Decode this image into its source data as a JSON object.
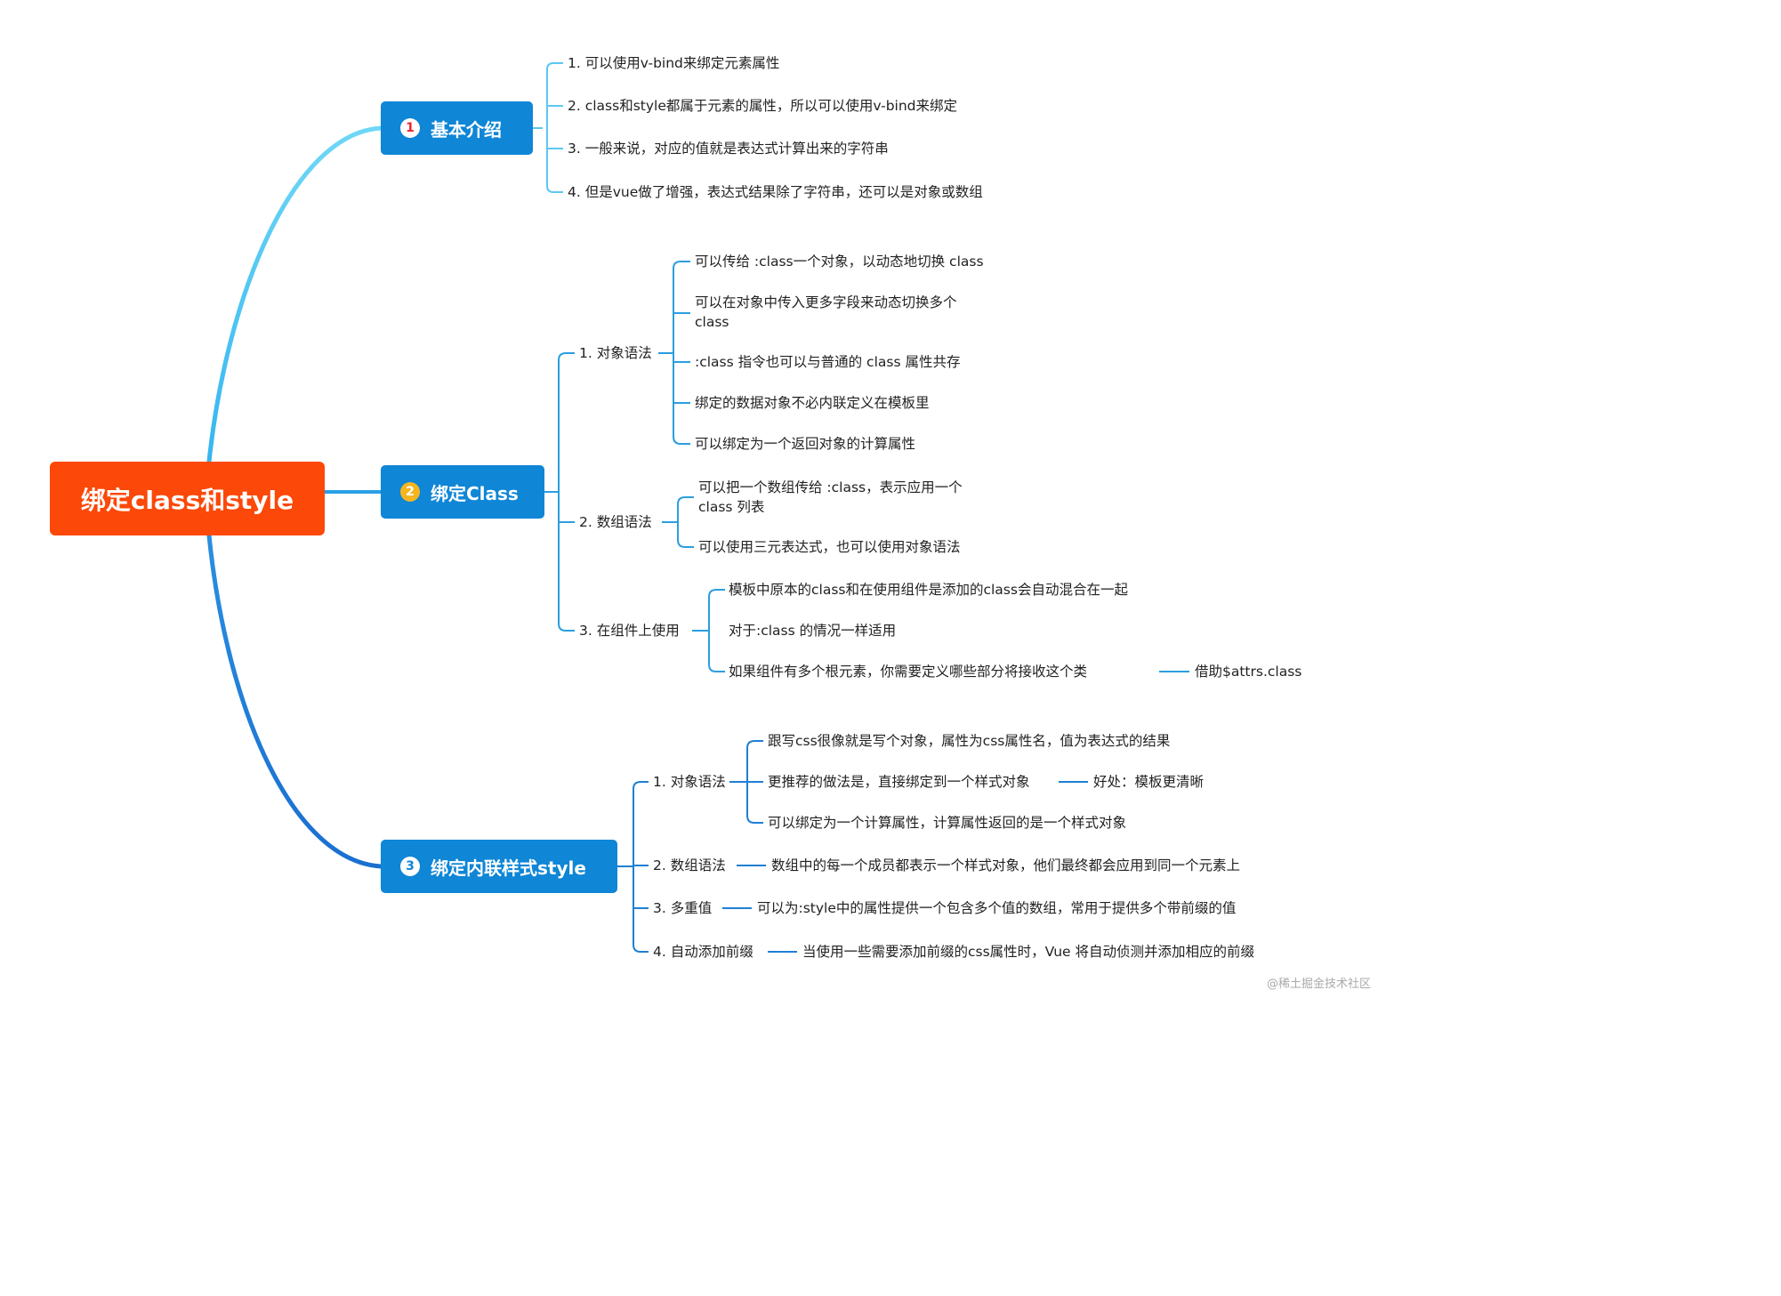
{
  "root": {
    "label": "绑定class和style"
  },
  "branches": [
    {
      "num": "1",
      "label": "基本介绍",
      "badge_bg": "#fff",
      "badge_fg": "#e8242f",
      "items": [
        "1. 可以使用v-bind来绑定元素属性",
        "2. class和style都属于元素的属性，所以可以使用v-bind来绑定",
        "3. 一般来说，对应的值就是表达式计算出来的字符串",
        "4. 但是vue做了增强，表达式结果除了字符串，还可以是对象或数组"
      ]
    },
    {
      "num": "2",
      "label": "绑定Class",
      "badge_bg": "#f6b51f",
      "badge_fg": "#fff",
      "groups": [
        {
          "label": "1. 对象语法",
          "items": [
            "可以传给 :class一个对象，以动态地切换 class",
            "可以在对象中传入更多字段来动态切换多个",
            "class",
            ":class 指令也可以与普通的 class 属性共存",
            "绑定的数据对象不必内联定义在模板里",
            "可以绑定为一个返回对象的计算属性"
          ]
        },
        {
          "label": "2. 数组语法",
          "items": [
            "可以把一个数组传给 :class，表示应用一个",
            "class 列表",
            "可以使用三元表达式，也可以使用对象语法"
          ]
        },
        {
          "label": "3. 在组件上使用",
          "items": [
            "模板中原本的class和在使用组件是添加的class会自动混合在一起",
            "对于:class 的情况一样适用",
            "如果组件有多个根元素，你需要定义哪些部分将接收这个类"
          ],
          "extra": "借助$attrs.class"
        }
      ]
    },
    {
      "num": "3",
      "label": "绑定内联样式style",
      "badge_bg": "#fff",
      "badge_fg": "#0f86d6",
      "groups": [
        {
          "label": "1. 对象语法",
          "items": [
            "跟写css很像就是写个对象，属性为css属性名，值为表达式的结果",
            "更推荐的做法是，直接绑定到一个样式对象",
            "可以绑定为一个计算属性，计算属性返回的是一个样式对象"
          ],
          "extra": "好处：模板更清晰"
        },
        {
          "label": "2. 数组语法",
          "item": "数组中的每一个成员都表示一个样式对象，他们最终都会应用到同一个元素上"
        },
        {
          "label": "3. 多重值",
          "item": "可以为:style中的属性提供一个包含多个值的数组，常用于提供多个带前缀的值"
        },
        {
          "label": "4. 自动添加前缀",
          "item": "当使用一些需要添加前缀的css属性时，Vue 将自动侦测并添加相应的前缀"
        }
      ]
    }
  ],
  "watermark": "@稀土掘金技术社区",
  "colors": {
    "root": "#fc4808",
    "branch": "#0f86d6",
    "line_light": "#5bc9f2",
    "line_dark": "#1f7fd4",
    "connector": "#2a9ee0"
  }
}
